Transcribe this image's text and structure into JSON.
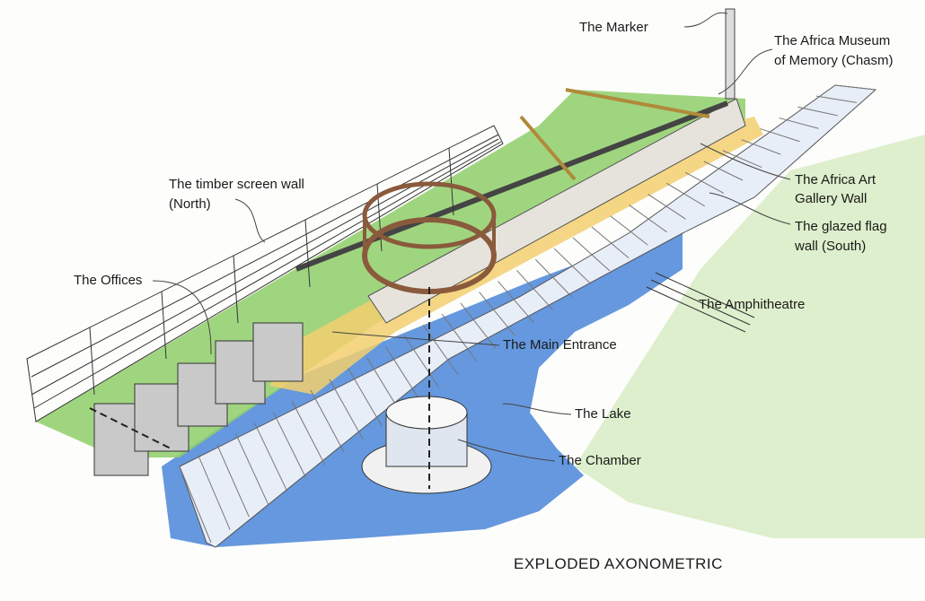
{
  "labels": {
    "marker": "The Marker",
    "museum_line1": "The Africa Museum",
    "museum_line2": "of Memory (Chasm)",
    "timber_line1": "The timber screen wall",
    "timber_line2": "(North)",
    "gallery_line1": "The Africa Art",
    "gallery_line2": "Gallery Wall",
    "glazed_line1": "The glazed flag",
    "glazed_line2": "wall (South)",
    "offices": "The Offices",
    "amphitheatre": "The Amphitheatre",
    "main_entrance": "The Main Entrance",
    "lake": "The Lake",
    "chamber": "The Chamber"
  },
  "title": "EXPLODED AXONOMETRIC",
  "colors": {
    "grass": "#8fce6a",
    "lake": "#4a86d8",
    "path": "#f2cf6e",
    "glass": "#e8eef8",
    "ring": "#8a5a3c"
  }
}
